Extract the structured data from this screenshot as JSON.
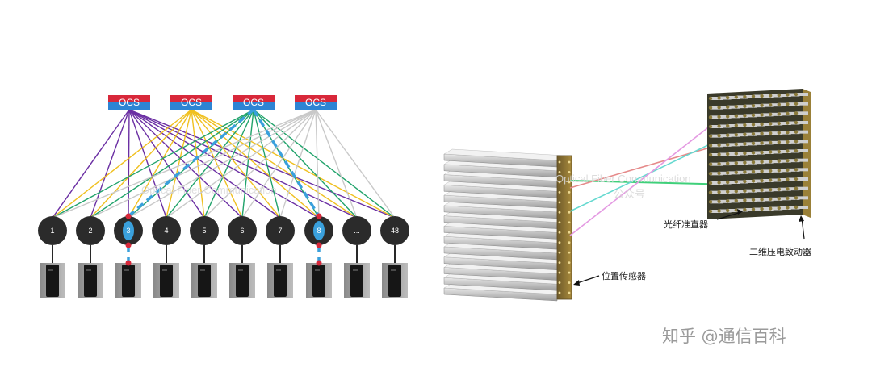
{
  "ocs_switches": [
    "OCS",
    "OCS",
    "OCS",
    "OCS"
  ],
  "nodes": [
    "1",
    "2",
    "3",
    "4",
    "5",
    "6",
    "7",
    "8",
    "...",
    "48"
  ],
  "labels": {
    "position_sensor": "位置传感器",
    "fiber_collimator": "光纤准直器",
    "piezo_actuator": "二维压电致动器"
  },
  "watermark_faint": "Optical Fiber Communication",
  "watermark_faint_cn": "公众号",
  "watermark": "知乎 @通信百科",
  "colors": {
    "ocs_red": "#d8283a",
    "ocs_blue": "#2d84d4",
    "purple": "#6b2fa3",
    "yellow": "#f0c020",
    "green": "#21a36b",
    "grey": "#c9c9c9",
    "dashed": "#3aa0dc",
    "node": "#2b2b2b"
  }
}
